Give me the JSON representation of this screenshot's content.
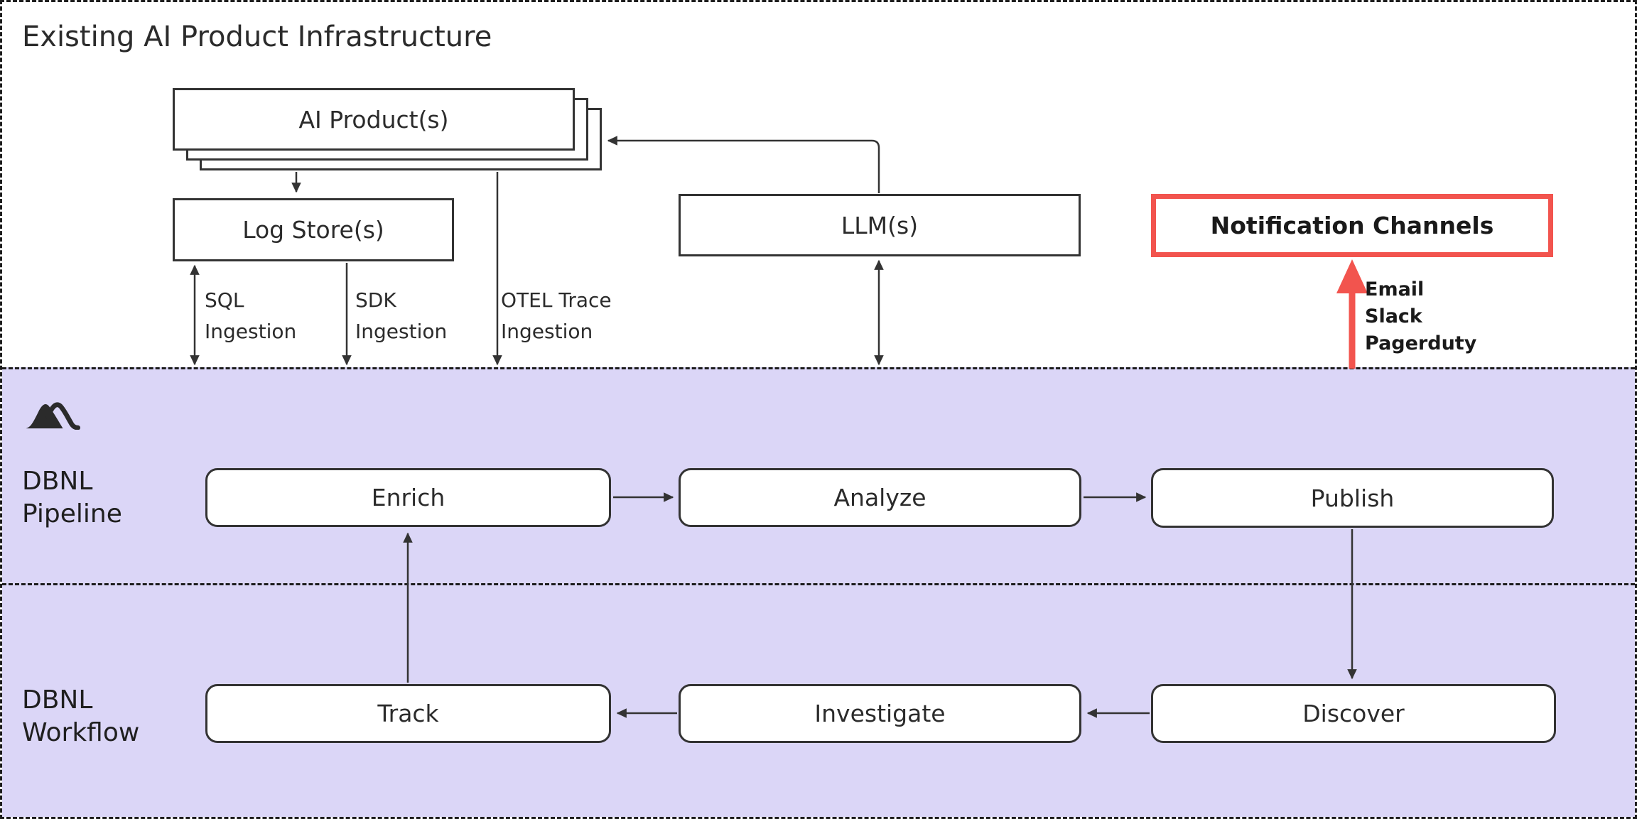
{
  "colors": {
    "band": "#DBD6F7",
    "line": "#333333",
    "accent_red": "#F2544E",
    "text": "#2B2B2B",
    "box_fill": "#FFFFFF",
    "border_dash": "#1C1C1C"
  },
  "icons": {
    "logo": "mountain-icon"
  },
  "infrastructure": {
    "title": "Existing AI Product Infrastructure",
    "ai_products": "AI Product(s)",
    "log_store": "Log Store(s)",
    "llm": "LLM(s)",
    "notification": "Notification Channels",
    "ingestion": {
      "sql": [
        "SQL",
        "Ingestion"
      ],
      "sdk": [
        "SDK",
        "Ingestion"
      ],
      "otel": [
        "OTEL Trace",
        "Ingestion"
      ]
    },
    "channels": [
      "Email",
      "Slack",
      "Pagerduty"
    ]
  },
  "pipeline": {
    "label": [
      "DBNL",
      "Pipeline"
    ],
    "stages": [
      "Enrich",
      "Analyze",
      "Publish"
    ]
  },
  "workflow": {
    "label": [
      "DBNL",
      "Workflow"
    ],
    "stages": [
      "Track",
      "Investigate",
      "Discover"
    ]
  }
}
